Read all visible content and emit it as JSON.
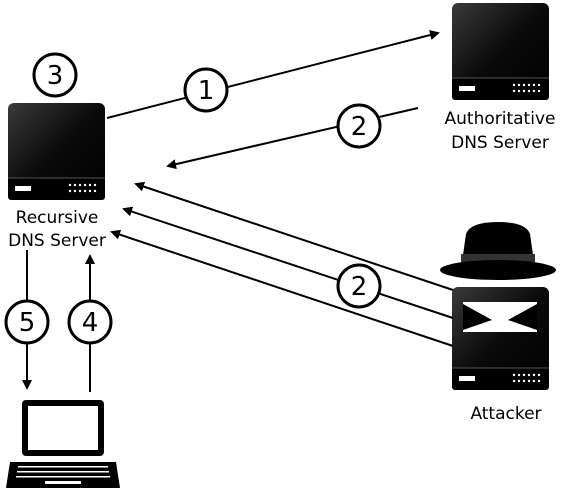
{
  "nodes": {
    "recursive": {
      "line1": "Recursive",
      "line2": "DNS Server"
    },
    "authoritative": {
      "line1": "Authoritative",
      "line2": "DNS Server"
    },
    "attacker": {
      "line1": "Attacker"
    }
  },
  "steps": {
    "query_to_authoritative": "1",
    "authoritative_response": "2",
    "forged_responses": "2",
    "cache": "3",
    "client_query": "4",
    "client_answer": "5"
  },
  "colors": {
    "ink": "#000000",
    "server_bar": "#111111",
    "background": "#ffffff"
  },
  "icons": {
    "recursive": "server-icon",
    "authoritative": "server-icon",
    "attacker": "hacker-server-icon",
    "client": "laptop-icon"
  }
}
